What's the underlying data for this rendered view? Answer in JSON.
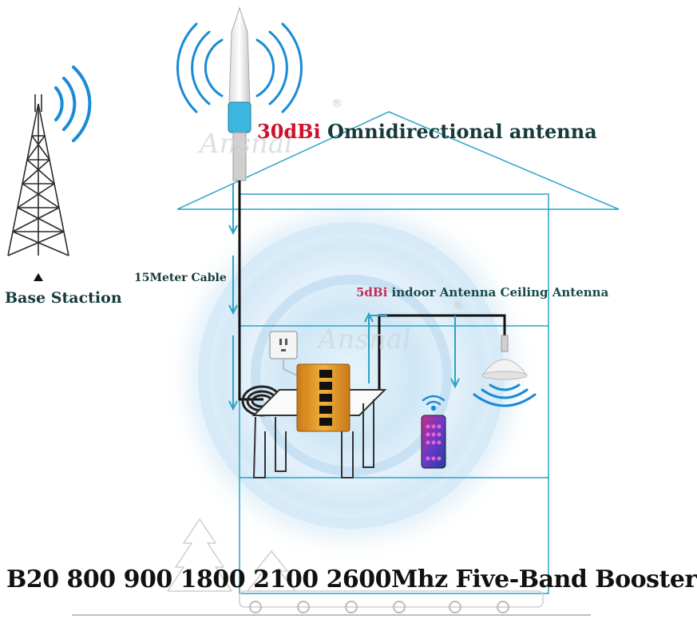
{
  "watermark": {
    "brand": "Ansnal",
    "mark": "®"
  },
  "outdoor_antenna": {
    "gain": "30dBi",
    "description": "Omnidirectional antenna"
  },
  "base_station": {
    "label": "Base Staction"
  },
  "cable": {
    "label": "15Meter Cable"
  },
  "indoor_antenna": {
    "gain": "5dBi",
    "description": "indoor Antenna Ceiling Antenna"
  },
  "headline": {
    "text": "B20 800 900 1800 2100 2600Mhz Five-Band Booster"
  },
  "colors": {
    "accent_red": "#d0102a",
    "accent_rose": "#c0305a",
    "house_line": "#2aa3c8",
    "signal_blue": "#1a8ad6",
    "booster_orange": "#e39a1c",
    "cable": "#111111"
  }
}
